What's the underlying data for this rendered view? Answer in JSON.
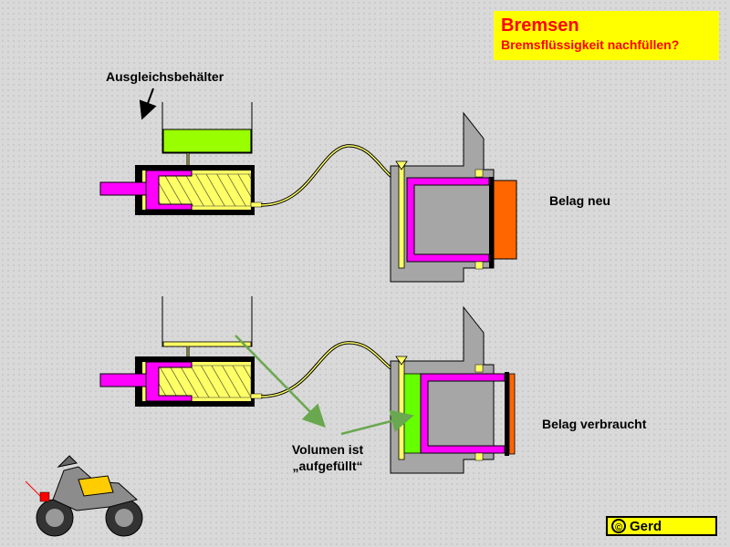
{
  "title": {
    "main": "Bremsen",
    "subtitle": "Bremsflüssigkeit nachfüllen?"
  },
  "labels": {
    "reservoir": "Ausgleichsbehälter",
    "pad_new": "Belag neu",
    "pad_worn": "Belag verbraucht",
    "volume_line1": "Volumen ist",
    "volume_line2": "„aufgefüllt“"
  },
  "copyright": {
    "symbol": "©",
    "name": "Gerd"
  },
  "colors": {
    "title_bg": "#ffff00",
    "title_text": "#ff0000",
    "brake_fluid_reservoir": "#99ff00",
    "piston": "#ff00ff",
    "master_cylinder_fluid": "#ffff66",
    "caliper": "#a6a6a6",
    "pad_new": "#ff6600",
    "fluid_volume": "#66ff00",
    "arrow_green": "#6aa84f"
  }
}
